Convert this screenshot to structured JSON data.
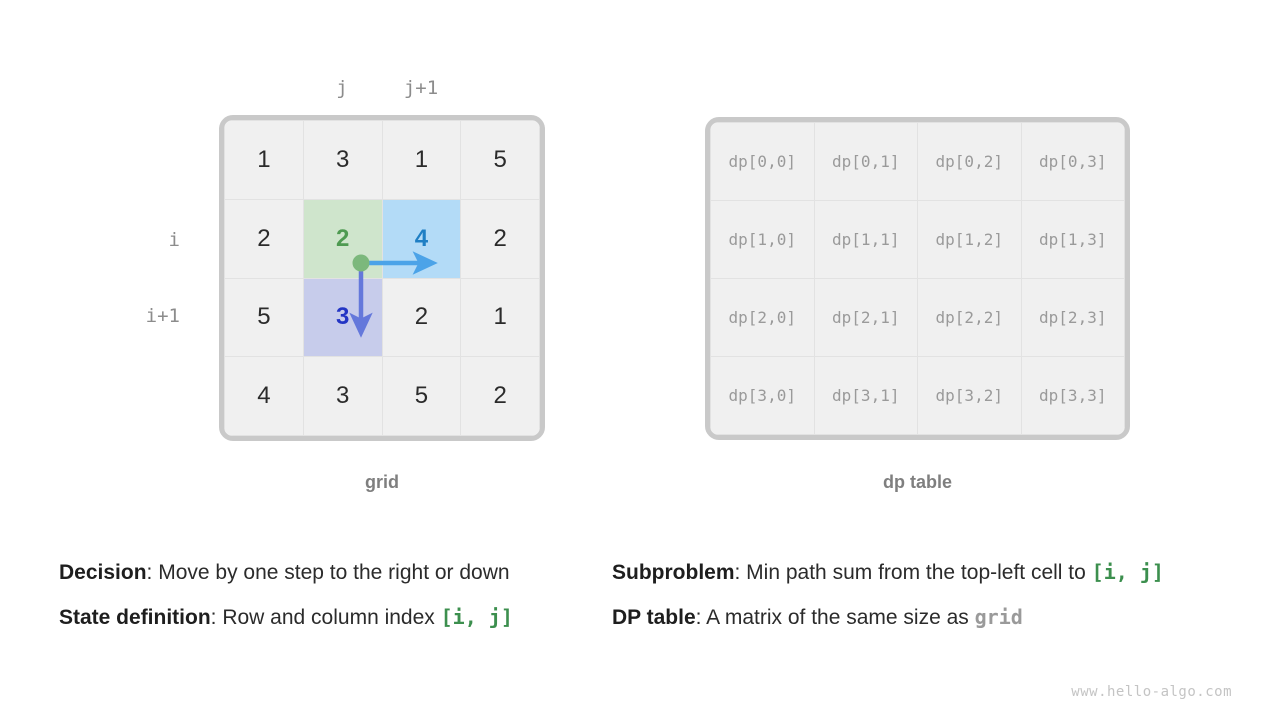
{
  "grid": {
    "caption": "grid",
    "rows": [
      [
        {
          "value": "1",
          "style": "plain"
        },
        {
          "value": "3",
          "style": "plain"
        },
        {
          "value": "1",
          "style": "plain"
        },
        {
          "value": "5",
          "style": "plain"
        }
      ],
      [
        {
          "value": "2",
          "style": "plain"
        },
        {
          "value": "2",
          "style": "hl-green"
        },
        {
          "value": "4",
          "style": "hl-blue"
        },
        {
          "value": "2",
          "style": "plain"
        }
      ],
      [
        {
          "value": "5",
          "style": "plain"
        },
        {
          "value": "3",
          "style": "hl-purple"
        },
        {
          "value": "2",
          "style": "plain"
        },
        {
          "value": "1",
          "style": "plain"
        }
      ],
      [
        {
          "value": "4",
          "style": "plain"
        },
        {
          "value": "3",
          "style": "plain"
        },
        {
          "value": "5",
          "style": "plain"
        },
        {
          "value": "2",
          "style": "plain"
        }
      ]
    ],
    "col_labels": {
      "j": "j",
      "j_plus_1": "j+1"
    },
    "row_labels": {
      "i": "i",
      "i_plus_1": "i+1"
    }
  },
  "dp": {
    "caption": "dp table",
    "rows": [
      [
        "dp[0,0]",
        "dp[0,1]",
        "dp[0,2]",
        "dp[0,3]"
      ],
      [
        "dp[1,0]",
        "dp[1,1]",
        "dp[1,2]",
        "dp[1,3]"
      ],
      [
        "dp[2,0]",
        "dp[2,1]",
        "dp[2,2]",
        "dp[2,3]"
      ],
      [
        "dp[3,0]",
        "dp[3,1]",
        "dp[3,2]",
        "dp[3,3]"
      ]
    ]
  },
  "notes": {
    "decision_label": "Decision",
    "decision_text": ": Move by one step to the right or down",
    "state_label": "State definition",
    "state_text": ": Row and column index ",
    "state_code": "[i, j]",
    "subproblem_label": "Subproblem",
    "subproblem_text": ": Min path sum from the top-left cell to ",
    "subproblem_code": "[i, j]",
    "dptable_label": "DP table",
    "dptable_text": ": A matrix of the same size as ",
    "dptable_code": "grid"
  },
  "colors": {
    "highlight_green": "#cfe5cc",
    "highlight_blue": "#b3dbf7",
    "highlight_purple": "#c7cceb",
    "arrow_right": "#4ba3e8",
    "arrow_down": "#6478db",
    "dot_green": "#7cb87c",
    "border_gray": "#c9c9c9",
    "cell_bg": "#f0f0f0"
  },
  "watermark": "www.hello-algo.com"
}
